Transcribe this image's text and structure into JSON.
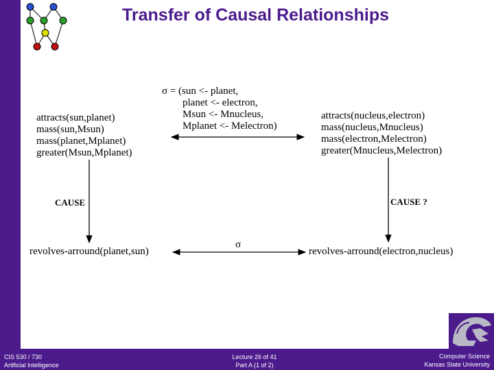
{
  "slide": {
    "title": "Transfer of Causal Relationships",
    "sigma_mapping": [
      "σ = (sun <- planet,",
      "planet <- electron,",
      "Msun <- Mnucleus,",
      "Mplanet <- Melectron)"
    ],
    "left_facts": [
      "attracts(sun,planet)",
      "mass(sun,Msun)",
      "mass(planet,Mplanet)",
      "greater(Msun,Mplanet)"
    ],
    "right_facts": [
      "attracts(nucleus,electron)",
      "mass(nucleus,Mnucleus)",
      "mass(electron,Melectron)",
      "greater(Mnucleus,Melectron)"
    ],
    "cause_left": "CAUSE",
    "cause_right": "CAUSE ?",
    "sigma_symbol": "σ",
    "left_result": "revolves-arround(planet,sun)",
    "right_result": "revolves-arround(electron,nucleus)"
  },
  "footer": {
    "course": "CIS 530 / 730",
    "course_name": "Artificial Intelligence",
    "lecture": "Lecture 26 of 41",
    "part": "Part A (1 of 2)",
    "dept": "Computer Science",
    "university": "Kansas State University"
  },
  "colors": {
    "brand_purple": "#4b1b8c",
    "node_blue": "#2a4fd0",
    "node_green": "#2aa02a",
    "node_yellow": "#e0e000",
    "node_red": "#c01010"
  }
}
